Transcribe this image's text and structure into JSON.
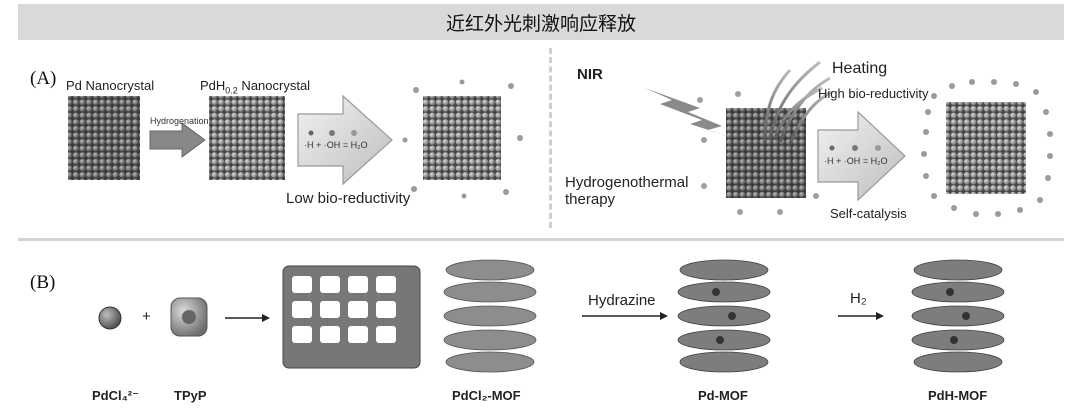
{
  "title": "近红外光刺激响应释放",
  "panelA": {
    "label": "(A)",
    "pd_nanocrystal": "Pd Nanocrystal",
    "hydrogenation": "Hydrogenation",
    "pdh_prefix": "PdH",
    "pdh_sub": "0.2",
    "pdh_suffix": " Nanocrystal",
    "arrow_eq_H": "·H",
    "arrow_eq_plus": "+",
    "arrow_eq_OH": "·OH",
    "arrow_eq_eq": "=",
    "arrow_eq_H2O": "H₂O",
    "low_bio": "Low bio-reductivity",
    "nir": "NIR",
    "heating": "Heating",
    "high_bio": "High bio-reductivity",
    "hydrogenothermal_line1": "Hydrogenothermal",
    "hydrogenothermal_line2": "therapy",
    "self_catalysis": "Self-catalysis"
  },
  "panelB": {
    "label": "(B)",
    "plus": "+",
    "hydrazine": "Hydrazine",
    "h2": "H₂",
    "pdcl4": "PdCl₄²⁻",
    "tpyp": "TPyP",
    "pdcl2_mof": "PdCl₂-MOF",
    "pd_mof": "Pd-MOF",
    "pdh_mof": "PdH-MOF"
  }
}
